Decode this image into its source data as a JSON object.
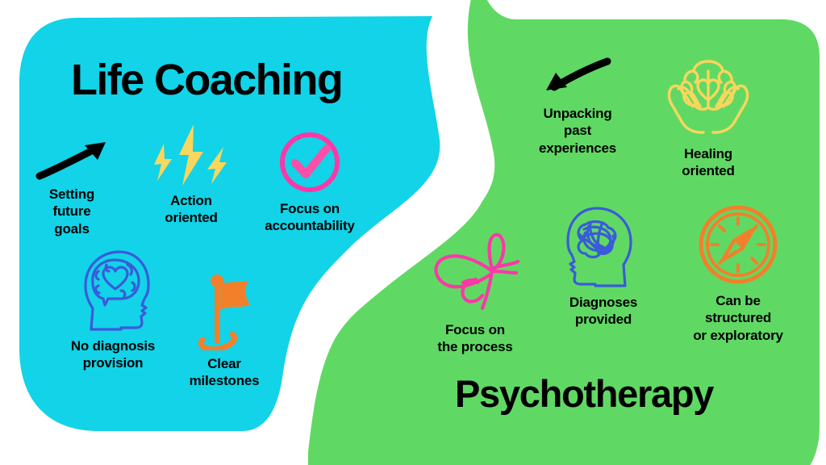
{
  "infographic": {
    "title_left": "Life Coaching",
    "title_right": "Psychotherapy",
    "colors": {
      "left_panel": "#12D3E8",
      "right_panel": "#60D964",
      "divider": "#FFFFFF",
      "pink": "#FB38A8",
      "pink_soft": "#FB4FA8",
      "yellow": "#F9D65C",
      "orange": "#F2802B",
      "blue": "#3A5BD9",
      "text": "#000000"
    }
  },
  "left": {
    "name": "Life Coaching",
    "items": [
      {
        "id": "setting-future-goals",
        "icon": "arrow-up-right-icon",
        "label": "Setting\nfuture\ngoals"
      },
      {
        "id": "action-oriented",
        "icon": "lightning-bolts-icon",
        "label": "Action\noriented"
      },
      {
        "id": "focus-accountability",
        "icon": "check-circle-icon",
        "label": "Focus on\naccountability"
      },
      {
        "id": "no-diagnosis",
        "icon": "head-heart-brain-icon",
        "label": "No diagnosis\nprovision"
      },
      {
        "id": "clear-milestones",
        "icon": "flag-icon",
        "label": "Clear\nmilestones"
      }
    ]
  },
  "right": {
    "name": "Psychotherapy",
    "items": [
      {
        "id": "unpacking-past",
        "icon": "arrow-down-left-icon",
        "label": "Unpacking\npast\nexperiences"
      },
      {
        "id": "healing-oriented",
        "icon": "hands-holding-brain-icon",
        "label": "Healing\noriented"
      },
      {
        "id": "focus-process",
        "icon": "butterfly-icon",
        "label": "Focus on\nthe process"
      },
      {
        "id": "diagnoses-provided",
        "icon": "head-tangled-brain-icon",
        "label": "Diagnoses\nprovided"
      },
      {
        "id": "structured-explore",
        "icon": "compass-icon",
        "label": "Can be\nstructured\nor exploratory"
      }
    ]
  }
}
